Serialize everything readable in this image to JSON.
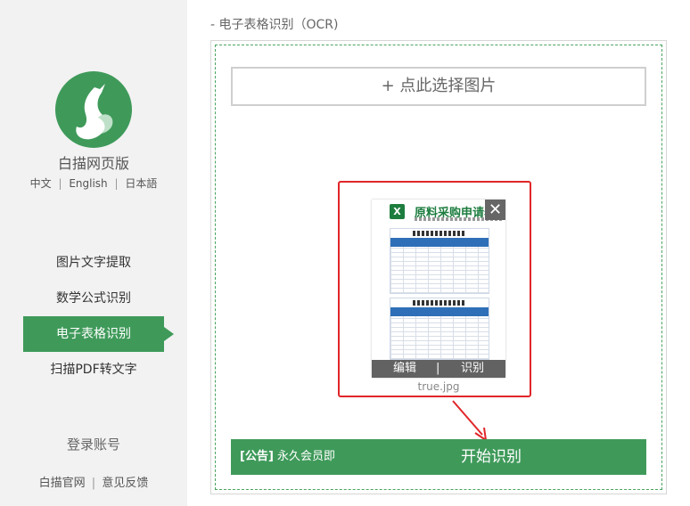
{
  "sidebar": {
    "app_name": "白描网页版",
    "languages": [
      "中文",
      "English",
      "日本語"
    ],
    "lang_sep": "|",
    "nav": [
      {
        "label": "图片文字提取"
      },
      {
        "label": "数学公式识别"
      },
      {
        "label": "电子表格识别",
        "active": true
      },
      {
        "label": "扫描PDF转文字"
      }
    ],
    "login": "登录账号",
    "footer": {
      "official": "白描官网",
      "sep": "|",
      "feedback": "意见反馈"
    }
  },
  "main": {
    "section_title": "- 电子表格识别（OCR)",
    "choose_button": "+ 点此选择图片",
    "thumbnail": {
      "title": "原料采购申请表",
      "close": "✕",
      "edit": "编辑",
      "sep": "|",
      "recognize": "识别",
      "excel_icon_letter": "X"
    },
    "filename": "true.jpg",
    "notice_tag": "[公告]",
    "notice_text": "永久会员即",
    "start_button": "开始识别"
  },
  "colors": {
    "accent": "#3f9a5a",
    "highlight": "#e0262a",
    "sidebar_bg": "#f2f2f2"
  },
  "icons": [
    "logo-icon",
    "excel-icon",
    "close-icon",
    "arrow-pointer"
  ]
}
